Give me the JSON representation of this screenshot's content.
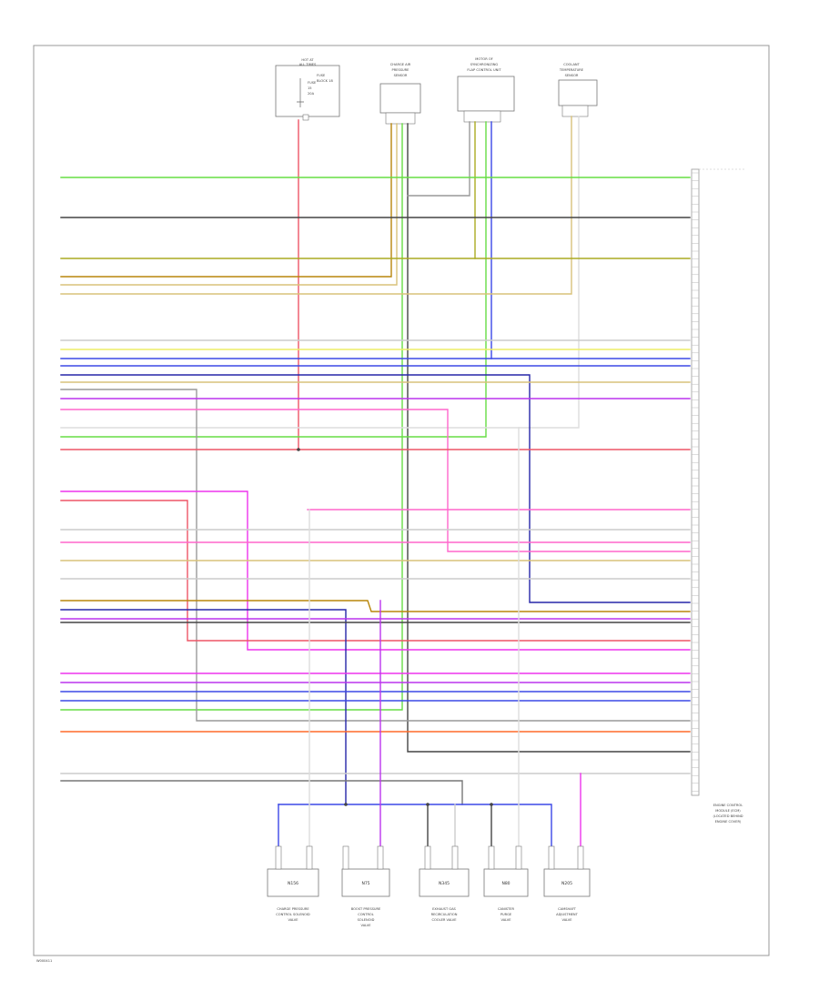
{
  "diagram": {
    "page_code": "W000411",
    "main_module": {
      "label_lines": [
        "ENGINE CONTROL",
        "MODULE (ECM)",
        "(LOCATED BEHIND",
        "ENGINE COVER)"
      ]
    },
    "top_components": [
      {
        "id": "fuse-relay",
        "label_lines": [
          "HOT AT",
          "ALL TIMES"
        ],
        "inner_lines": [
          "FUSE",
          "15",
          "20A"
        ],
        "side_lines": [
          "FUSE",
          "BLOCK 18"
        ]
      },
      {
        "id": "sensor-a",
        "label_lines": [
          "CHARGE AIR",
          "PRESSURE",
          "SENSOR"
        ]
      },
      {
        "id": "sensor-b",
        "label_lines": [
          "MOTOR OF",
          "SYNCHRONIZING",
          "FLAP CONTROL UNIT"
        ]
      },
      {
        "id": "sensor-c",
        "label_lines": [
          "COOLANT",
          "TEMPERATURE",
          "SENSOR"
        ]
      }
    ],
    "bottom_components": [
      {
        "id": "solenoid-1",
        "code": "N156",
        "label_lines": [
          "CHARGE PRESSURE",
          "CONTROL SOLENOID",
          "VALVE"
        ]
      },
      {
        "id": "valve-2",
        "code": "N75",
        "label_lines": [
          "BOOST PRESSURE",
          "CONTROL",
          "SOLENOID",
          "VALVE"
        ]
      },
      {
        "id": "valve-3",
        "code": "N345",
        "label_lines": [
          "EXHAUST GAS",
          "RECIRCULATION",
          "COOLER VALVE"
        ]
      },
      {
        "id": "valve-4",
        "code": "N80",
        "label_lines": [
          "CANISTER",
          "PURGE",
          "VALVE"
        ]
      },
      {
        "id": "valve-5",
        "code": "N205",
        "label_lines": [
          "CAMSHAFT",
          "ADJUSTMENT",
          "VALVE"
        ]
      }
    ],
    "wire_colors": {
      "green": "#66dd44",
      "black": "#444444",
      "olive": "#aaaa22",
      "brown": "#b8860b",
      "tan": "#d8c27a",
      "yellow": "#eeee66",
      "blue": "#3b48e6",
      "navy": "#2626a8",
      "violet": "#bb33ee",
      "red": "#ee5566",
      "gray": "#999999",
      "magenta": "#ee33ee",
      "orange": "#ff6a2a",
      "pink": "#ff66cc"
    }
  }
}
